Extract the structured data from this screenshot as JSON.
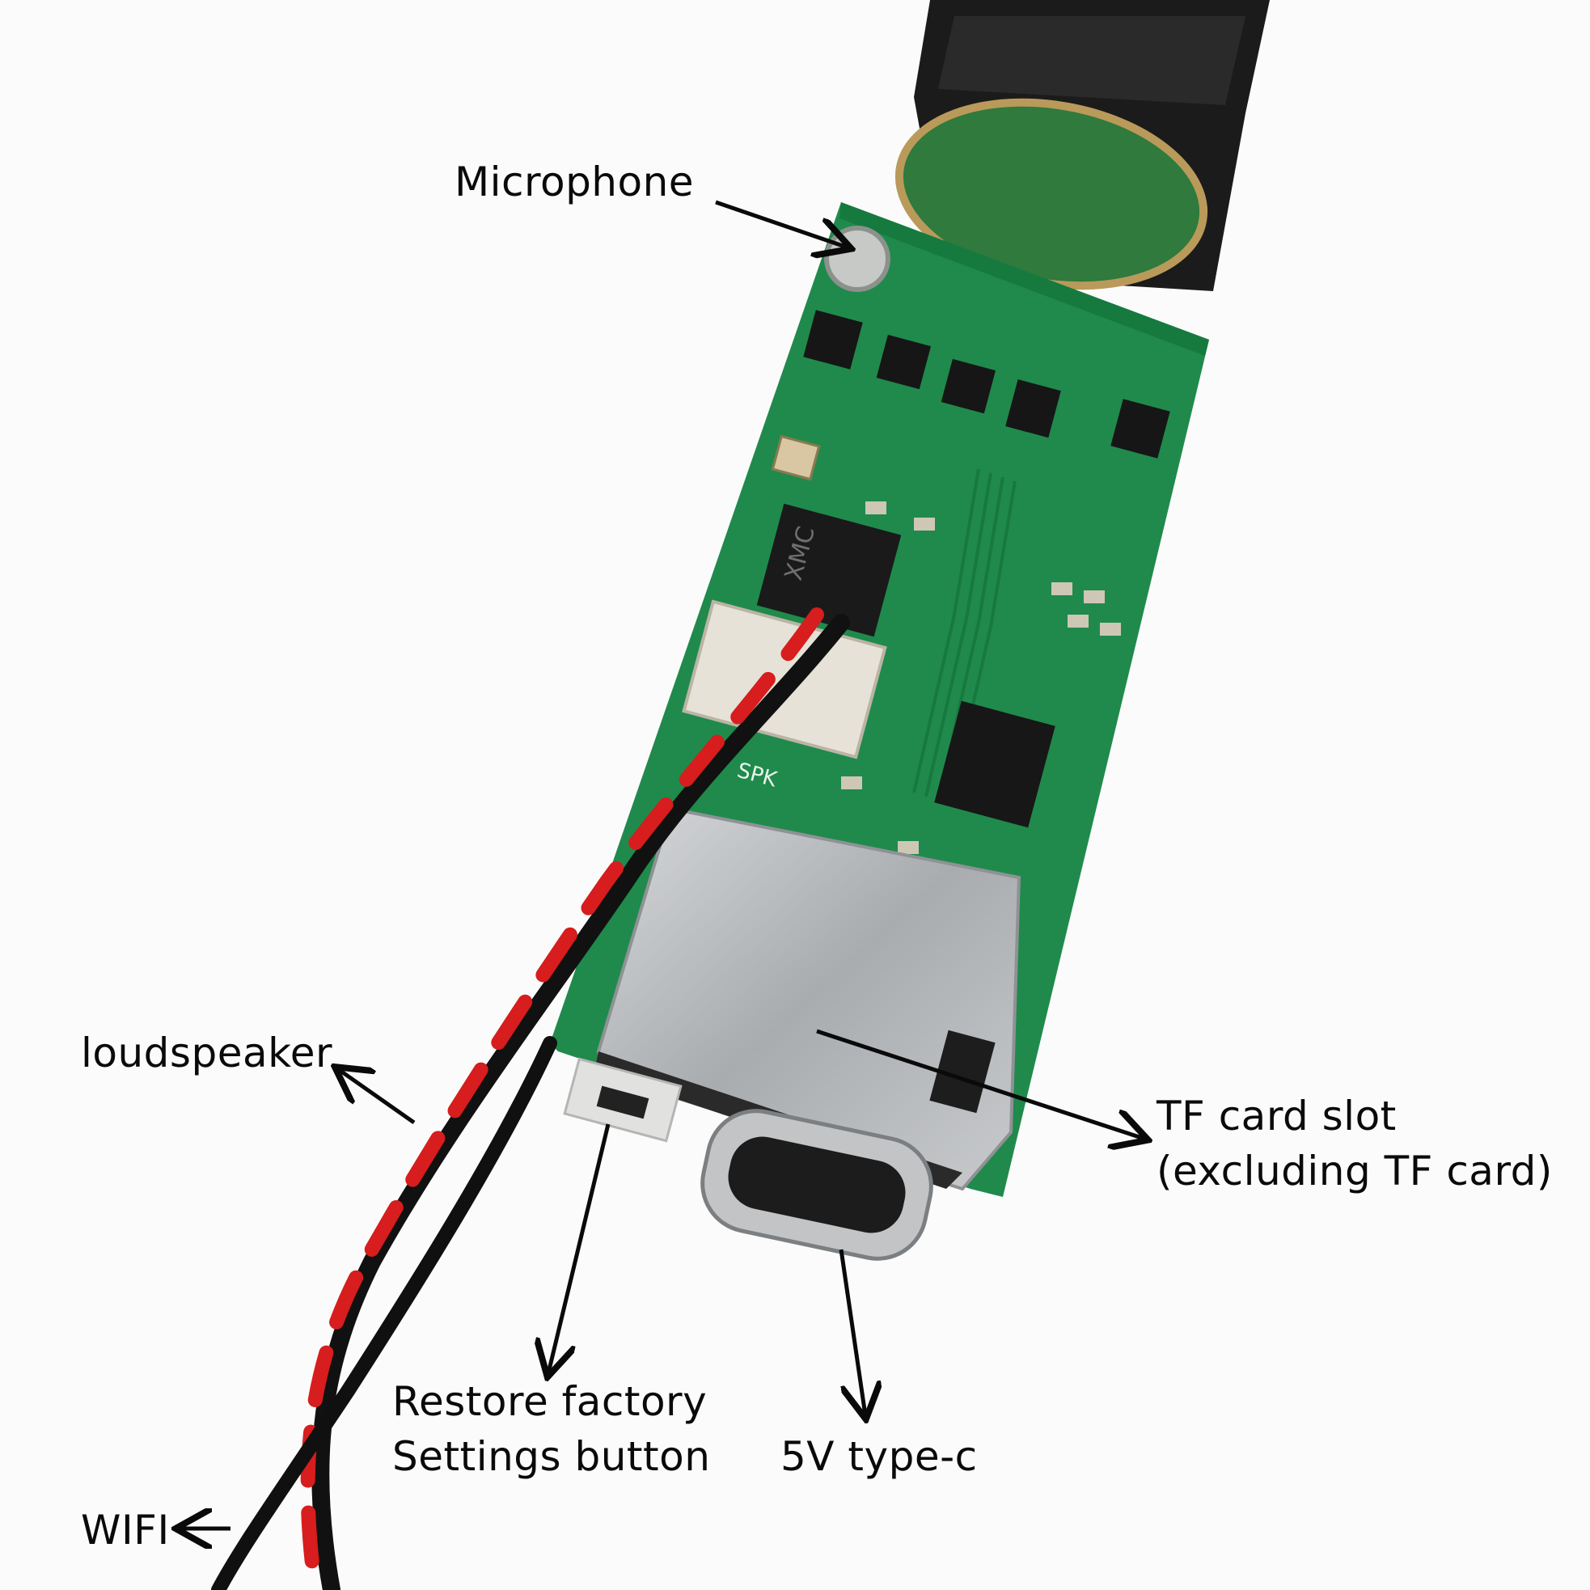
{
  "image": {
    "description": "Annotated photo of a green PCB module with TF card slot, USB type-C port, speaker wires and WiFi antenna wire",
    "silkscreen": "SPK",
    "chip_marking": "XMC"
  },
  "annotations": {
    "microphone": "Microphone",
    "loudspeaker": "loudspeaker",
    "tf_slot_line1": "TF card slot",
    "tf_slot_line2": "(excluding TF card)",
    "restore_line1": "Restore factory",
    "restore_line2": "Settings button",
    "typec": "5V type-c",
    "wifi": "WIFI"
  },
  "colors": {
    "background": "#fbfbfb",
    "pcb": "#1f8a4c",
    "pcb_dark": "#126b38",
    "wire_red": "#d71d1d",
    "wire_black": "#111111",
    "metal": "#b9bbbd",
    "text": "#0a0a0a"
  }
}
